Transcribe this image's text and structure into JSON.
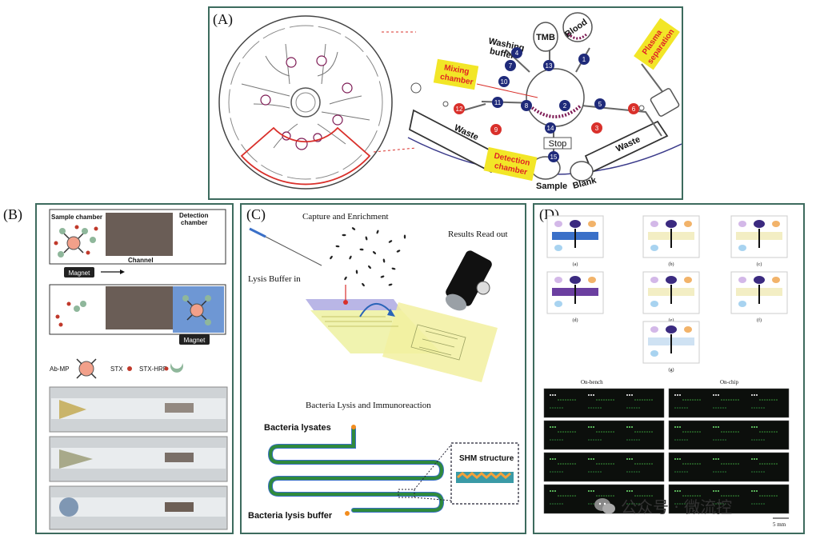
{
  "panels": {
    "a": {
      "label": "(A)",
      "chambers": {
        "tmb": "TMB",
        "blood": "Blood",
        "washing": "Washing buffer",
        "plasma": "Plasma separation",
        "mixing": "Mixing chamber",
        "waste_left": "Waste",
        "waste_right": "Waste",
        "stop": "Stop",
        "detection": "Detection chamber",
        "sample": "Sample",
        "blank": "Blank"
      },
      "blue_valves": [
        "1",
        "2",
        "4",
        "5",
        "7",
        "8",
        "10",
        "11",
        "13",
        "14",
        "15"
      ],
      "red_valves": [
        "3",
        "6",
        "9",
        "12"
      ]
    },
    "b": {
      "label": "(B)",
      "sample_chamber": "Sample chamber",
      "detection_chamber": "Detection chamber",
      "channel": "Channel",
      "magnet_top": "Magnet",
      "magnet_bottom": "Magnet",
      "legend": {
        "ab_mp": "Ab-MP",
        "stx": "STX",
        "stx_hrp": "STX-HRP"
      }
    },
    "c": {
      "label": "(C)",
      "capture": "Capture and Enrichment",
      "results": "Results Read out",
      "lysis_in": "Lysis Buffer in",
      "lysis_immuno": "Bacteria Lysis and Immunoreaction",
      "lysates": "Bacteria lysates",
      "lysis_buffer": "Bacteria lysis buffer",
      "shm": "SHM structure"
    },
    "d": {
      "label": "(D)",
      "subpanels": [
        "(a)",
        "(b)",
        "(c)",
        "(d)",
        "(e)",
        "(f)",
        "(g)"
      ],
      "on_bench": "On-bench",
      "on_chip": "On-chip",
      "scale": "5 mm"
    }
  },
  "watermark": "公众号 · 微流控",
  "colors": {
    "frame": "#3d6b5e",
    "valve_blue": "#1f2a7a",
    "valve_red": "#d9302b",
    "label_bg": "#f2e627",
    "label_text": "#e02424",
    "chamber": "#7d1a54",
    "channel": "#2f8a3c",
    "channel_blue": "#3a70c8"
  }
}
